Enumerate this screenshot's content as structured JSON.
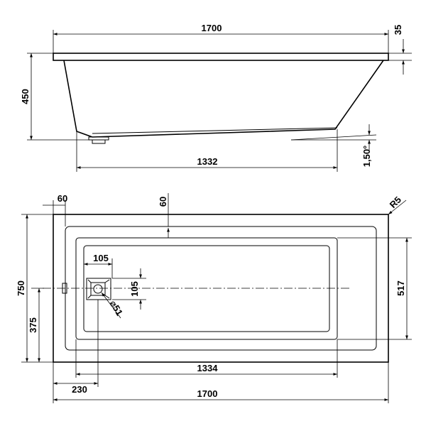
{
  "side_view": {
    "overall_length": "1700",
    "rim_thickness": "35",
    "height": "450",
    "bottom_length": "1332",
    "slope": "1,50°"
  },
  "top_view": {
    "rim_width_end": "60",
    "rim_width_side": "60",
    "corner_radius": "R5",
    "drain_offset_x": "105",
    "drain_offset_y": "105",
    "drain_diameter": "⌀51",
    "overall_width": "750",
    "half_width": "375",
    "inner_width": "517",
    "inner_length": "1334",
    "drain_from_end": "230",
    "overall_length": "1700"
  }
}
